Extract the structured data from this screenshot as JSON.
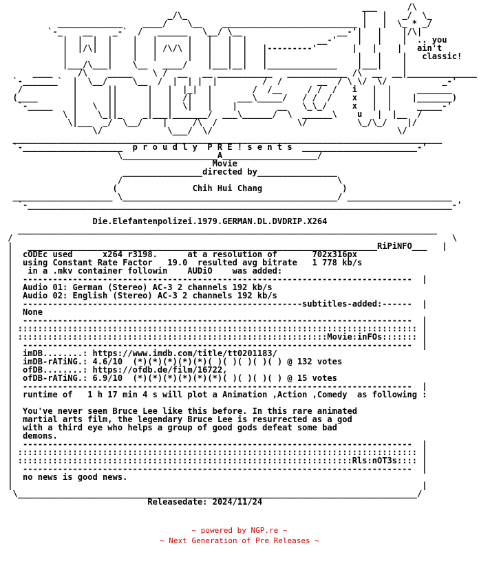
{
  "nfo": {
    "lines": [
      "                                                                        ___      /\\",
      "                                 _/\\_                                   |   |   _/  \\_",
      "           _____________    ____/    \\__    ___________________________ |   |  \\_ * _/",
      "         `-_    __    _-`  /   ______   \\__/ \\__                   __-'|   |    |/\\|",
      "            |  |  |  |    |   |      |   |   |  |              __-'    |   |    |  .. you",
      "            |  |/\\|  |    |   | /\\/\\ |   |   |  |   |---------'       |   |    |   ain't",
      "            |        |    |   |      |   |   |  |   |                  |   |    |   classic!",
      "            |___/\\___|    \\__   ____/    |___|__|   |______________    |___|    |",
      "      ____     /\\    _____    \\ /  __   __ ___________   ____________ /\\  __  __|______________",
      "  `-_______`  |  \\__/     \\__  /  |  | |  |         /  /       __  / \\ \\/  \\/           _-'",
      "   /          |      ||      |   |  |_|  |        /  /__     / /  /   i   |  |     _______",
      "  (____       |      ||      |   |  /|   |     ___\\_____/   / /  /    x   |  |    |_______)",
      "   `-_____    |   \\  ||      |   |  \\|   |    |        __   \\_\\_/     x   |  |     _____-'",
      "            \\ |    \\_||_    _|___|_______/  ___\\______/  \\  ______\\    u   |  |__  /",
      "             \\|___  _/  \\__/    |     /\\  /                \\/          \\_/\\_/    |/",
      "                  \\/             \\___/  \\/                                     \\/",
      "  ______________________________________________________________________________________",
      "  `-____________________  p r o u d l y  P R E ! s e n t s  _______________________-'",
      "                       \\___________________A___________________/",
      "                                          Movie",
      "                        ________________directed by________________",
      "                       /                                           \\",
      "                      (               Chih Hui Chang                )",
      "  ____________________ \\___________________________________________/ _____________________",
      "   `-_____________________________________________________________________________________-'",
      "",
      "                  Die.Elefantenpolizei.1979.GERMAN.DL.DVDRIP.X264",
      "   ____________________________________________________________________________________",
      " /                                                                                        \\",
      " |   ______________________________________________________________________RiPiNFO___   |",
      " |  cODEc used      x264 r3198.      at a resolution of       702x316px",
      " |  using Constant Rate Factor   19.0  resulted avg bitrate   1 778 kb/s",
      " |   in a .mkv container followin    AUDiO    was added:",
      " |  ------------------------------------------------------------------------------  |",
      " |  Audio 01: German (Stereo) AC-3 2 channels 192 kb/s",
      " |  Audio 02: English (Stereo) AC-3 2 channels 192 kb/s",
      " |  --------------------------------------------------------subtitles-added:------  |",
      " |  None",
      " |  ------------------------------------------------------------------------------  |",
      " | :::::::::::::::::::::::::::::::::::::::::::::::::::::::::::::::::::::::::::::::: |",
      " | ::::::::::::::::::::::::::::::::::::::::::::::::::::::::::::::Movie:inFOs::::::: |",
      " |  ------------------------------------------------------------------------------  |",
      " |  imDB........: https://www.imdb.com/title/tt0201183/",
      " |  imDB-rATiNG.: 4.6/10  (*)(*)(*)(*)(*)( )( )( )( )( ) @ 132 votes",
      " |  ofDB........: https://ofdb.de/film/16722,",
      " |  ofDB-rATiNG.: 6.9/10  (*)(*)(*)(*)(*)(*)( )( )( )( ) @ 15 votes",
      " |  ------------------------------------------------------------------------------  |",
      " |  runtime of   1 h 17 min 4 s will plot a Animation ,Action ,Comedy  as following :",
      " |",
      " |  You've never seen Bruce Lee like this before. In this rare animated",
      " |  martial arts film, the legendary Bruce Lee is resurrected as a god",
      " |  with a third eye who helps a group of good gods defeat some bad",
      " |  demons.",
      " |  ------------------------------------------------------------------------------  |",
      " | :::::::::::::::::::::::::::::::::::::::::::::::::::::::::::::::::::::::::::::::: |",
      " | :::::::::::::::::::::::::::::::::::::::::::::::::::::::::::::::::::Rls:nOT3s:::: |",
      " |  ------------------------------------------------------------------------------  |",
      " |  no news is good news.",
      " |                                                                                  |",
      "  \\________________________________________________________________________________/",
      "                             Releasedate: 2024/11/24"
    ]
  },
  "footer": {
    "powered_by": "~ powered by NGP.re ~",
    "tagline": "~ Next Generation of Pre Releases ~"
  }
}
